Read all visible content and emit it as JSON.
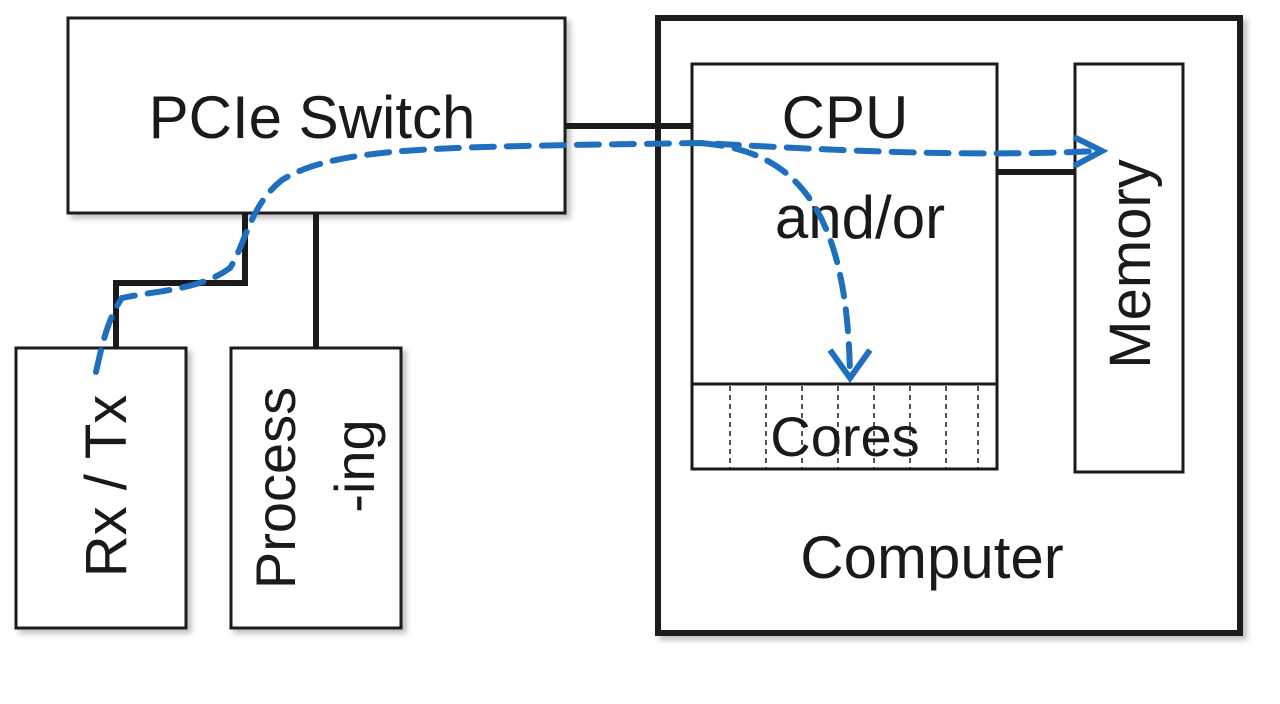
{
  "diagram": {
    "blocks": {
      "pcie_switch": "PCIe Switch",
      "rx_tx": "Rx / Tx",
      "processing_line1": "Process",
      "processing_line2": "-ing",
      "cpu_line1": "CPU",
      "cpu_line2": "and/or",
      "cores": "Cores",
      "memory": "Memory",
      "computer": "Computer"
    },
    "colors": {
      "box_stroke": "#1a1a1a",
      "data_path": "#1f6fbf",
      "background": "#ffffff"
    }
  }
}
